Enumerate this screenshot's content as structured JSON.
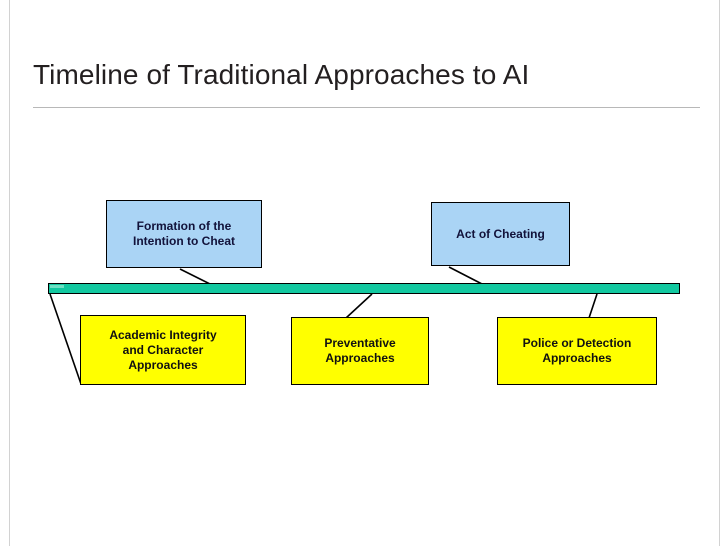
{
  "slide": {
    "title": "Timeline of Traditional Approaches to AI"
  },
  "diagram": {
    "type": "timeline",
    "timeline_bar": {
      "name": "timeline-axis",
      "color": "#12c8a0",
      "border_color": "#000000"
    },
    "colors": {
      "event_box": "#aad4f5",
      "approach_box": "#ffff00",
      "event_text": "#12123a",
      "approach_text": "#111111",
      "timeline": "#12c8a0",
      "title_text": "#231f20",
      "rule": "#b8b8b8"
    },
    "events": [
      {
        "id": "intention",
        "label": "Formation of the\nIntention to Cheat",
        "kind": "event"
      },
      {
        "id": "act",
        "label": "Act of Cheating",
        "kind": "event"
      }
    ],
    "approaches": [
      {
        "id": "integrity",
        "label": "Academic Integrity\nand Character\nApproaches",
        "kind": "approach"
      },
      {
        "id": "preventative",
        "label": "Preventative\nApproaches",
        "kind": "approach"
      },
      {
        "id": "police",
        "label": "Police or Detection\nApproaches",
        "kind": "approach"
      }
    ],
    "connectors": [
      {
        "from": "intention",
        "to": "timeline"
      },
      {
        "from": "act",
        "to": "timeline"
      },
      {
        "from": "timeline",
        "to": "integrity"
      },
      {
        "from": "timeline",
        "to": "preventative"
      },
      {
        "from": "timeline",
        "to": "police"
      }
    ]
  }
}
